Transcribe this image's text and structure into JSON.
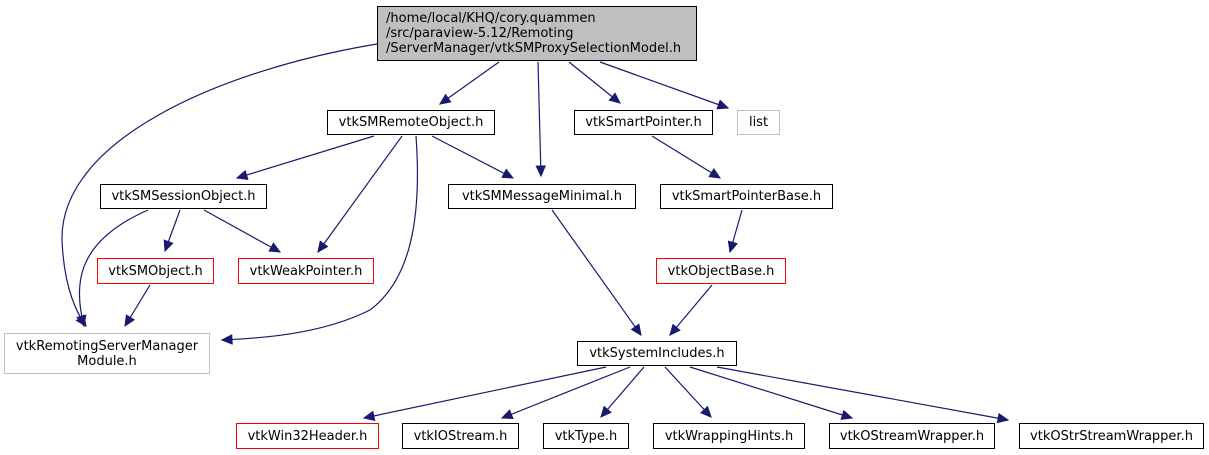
{
  "diagram": {
    "type": "include-dependency-graph",
    "colors": {
      "edge": "#191970",
      "root_fill": "#bfbfbf",
      "normal_border": "#000000",
      "undocumented_border": "#ff0000",
      "external_border": "#bfbfbf"
    },
    "nodes": [
      {
        "id": "root",
        "label": "/home/local/KHQ/cory.quammen\n/src/paraview-5.12/Remoting\n/ServerManager/vtkSMProxySelectionModel.h",
        "style": "root"
      },
      {
        "id": "remoteobject",
        "label": "vtkSMRemoteObject.h",
        "style": "black"
      },
      {
        "id": "smartpointer",
        "label": "vtkSmartPointer.h",
        "style": "black"
      },
      {
        "id": "list",
        "label": "list",
        "style": "ext"
      },
      {
        "id": "sessionobject",
        "label": "vtkSMSessionObject.h",
        "style": "black"
      },
      {
        "id": "messageminimal",
        "label": "vtkSMMessageMinimal.h",
        "style": "black"
      },
      {
        "id": "smartpointerbase",
        "label": "vtkSmartPointerBase.h",
        "style": "black"
      },
      {
        "id": "smobject",
        "label": "vtkSMObject.h",
        "style": "red"
      },
      {
        "id": "weakpointer",
        "label": "vtkWeakPointer.h",
        "style": "red"
      },
      {
        "id": "objectbase",
        "label": "vtkObjectBase.h",
        "style": "red"
      },
      {
        "id": "module",
        "label": "vtkRemotingServerManager\nModule.h",
        "style": "ext"
      },
      {
        "id": "systemincludes",
        "label": "vtkSystemIncludes.h",
        "style": "black"
      },
      {
        "id": "win32header",
        "label": "vtkWin32Header.h",
        "style": "red"
      },
      {
        "id": "iostream",
        "label": "vtkIOStream.h",
        "style": "black"
      },
      {
        "id": "type",
        "label": "vtkType.h",
        "style": "black"
      },
      {
        "id": "wrappinghints",
        "label": "vtkWrappingHints.h",
        "style": "black"
      },
      {
        "id": "ostreamwrapper",
        "label": "vtkOStreamWrapper.h",
        "style": "black"
      },
      {
        "id": "ostrstreamwrapper",
        "label": "vtkOStrStreamWrapper.h",
        "style": "black"
      }
    ],
    "edges": [
      [
        "root",
        "remoteobject"
      ],
      [
        "root",
        "messageminimal"
      ],
      [
        "root",
        "smartpointer"
      ],
      [
        "root",
        "list"
      ],
      [
        "root",
        "module"
      ],
      [
        "remoteobject",
        "sessionobject"
      ],
      [
        "remoteobject",
        "messageminimal"
      ],
      [
        "remoteobject",
        "weakpointer"
      ],
      [
        "remoteobject",
        "module"
      ],
      [
        "sessionobject",
        "smobject"
      ],
      [
        "sessionobject",
        "weakpointer"
      ],
      [
        "sessionobject",
        "module"
      ],
      [
        "smobject",
        "module"
      ],
      [
        "smartpointer",
        "smartpointerbase"
      ],
      [
        "smartpointerbase",
        "objectbase"
      ],
      [
        "objectbase",
        "systemincludes"
      ],
      [
        "messageminimal",
        "systemincludes"
      ],
      [
        "systemincludes",
        "win32header"
      ],
      [
        "systemincludes",
        "iostream"
      ],
      [
        "systemincludes",
        "type"
      ],
      [
        "systemincludes",
        "wrappinghints"
      ],
      [
        "systemincludes",
        "ostreamwrapper"
      ],
      [
        "systemincludes",
        "ostrstreamwrapper"
      ]
    ]
  }
}
